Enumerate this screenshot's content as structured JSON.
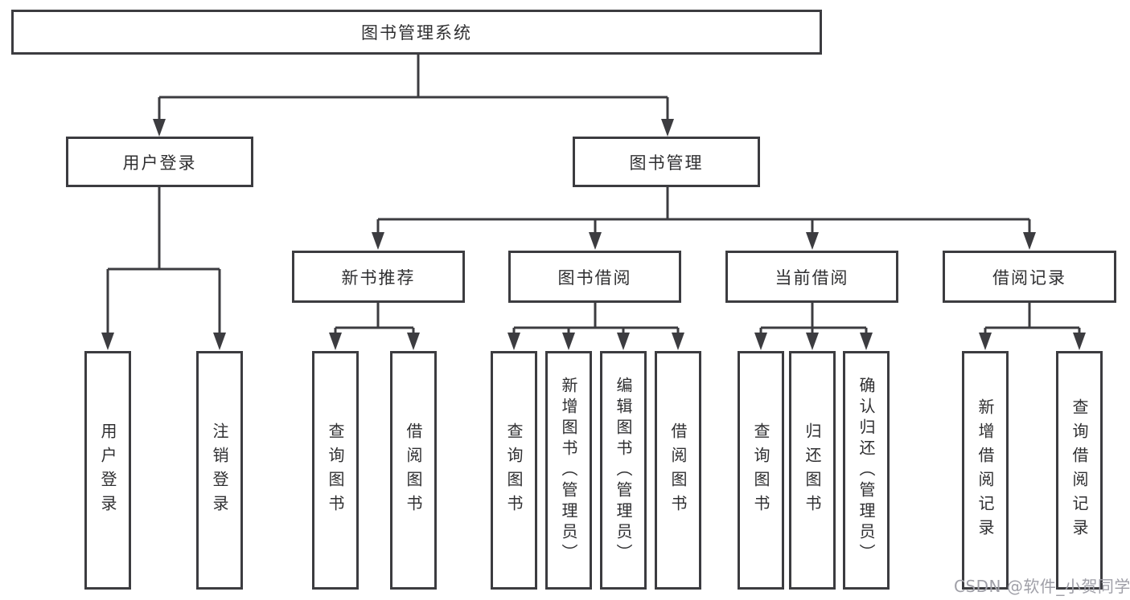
{
  "colors": {
    "line": "#3c3c40",
    "text": "#2f2f31",
    "watermark": "#a0a0a8",
    "background": "#ffffff"
  },
  "tree": {
    "root": "图书管理系统",
    "branches": [
      {
        "label": "用户登录",
        "leaves": [
          "用户登录",
          "注销登录"
        ]
      },
      {
        "label": "图书管理",
        "sections": [
          {
            "label": "新书推荐",
            "leaves": [
              "查询图书",
              "借阅图书"
            ]
          },
          {
            "label": "图书借阅",
            "leaves": [
              "查询图书",
              "新增图书（管理员）",
              "编辑图书（管理员）",
              "借阅图书"
            ]
          },
          {
            "label": "当前借阅",
            "leaves": [
              "查询图书",
              "归还图书",
              "确认归还（管理员）"
            ]
          },
          {
            "label": "借阅记录",
            "leaves": [
              "新增借阅记录",
              "查询借阅记录"
            ]
          }
        ]
      }
    ]
  },
  "watermark": {
    "text": "CSDN @软件_小贺同学"
  }
}
